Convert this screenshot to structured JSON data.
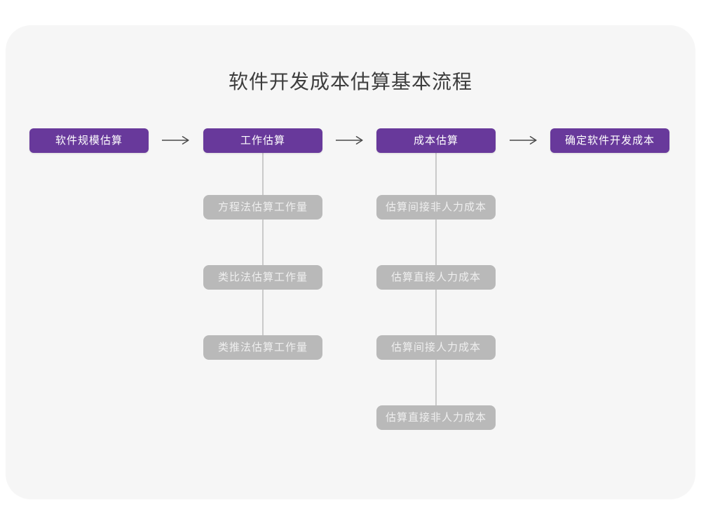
{
  "title": "软件开发成本估算基本流程",
  "colors": {
    "accent": "#68399b",
    "sub_box": "#b9b9b9",
    "panel_background": "#f6f6f6",
    "connector_line": "#cacaca",
    "arrow": "#4a4a4a",
    "title_text": "#3d3d3d",
    "stage_text": "#ffffff",
    "sub_text": "#efefef"
  },
  "flow": {
    "stages": [
      {
        "label": "软件规模估算"
      },
      {
        "label": "工作估算"
      },
      {
        "label": "成本估算"
      },
      {
        "label": "确定软件开发成本"
      }
    ],
    "substeps": {
      "work": [
        "方程法估算工作量",
        "类比法估算工作量",
        "类推法估算工作量"
      ],
      "cost": [
        "估算间接非人力成本",
        "估算直接人力成本",
        "估算间接人力成本",
        "估算直接非人力成本"
      ]
    }
  }
}
